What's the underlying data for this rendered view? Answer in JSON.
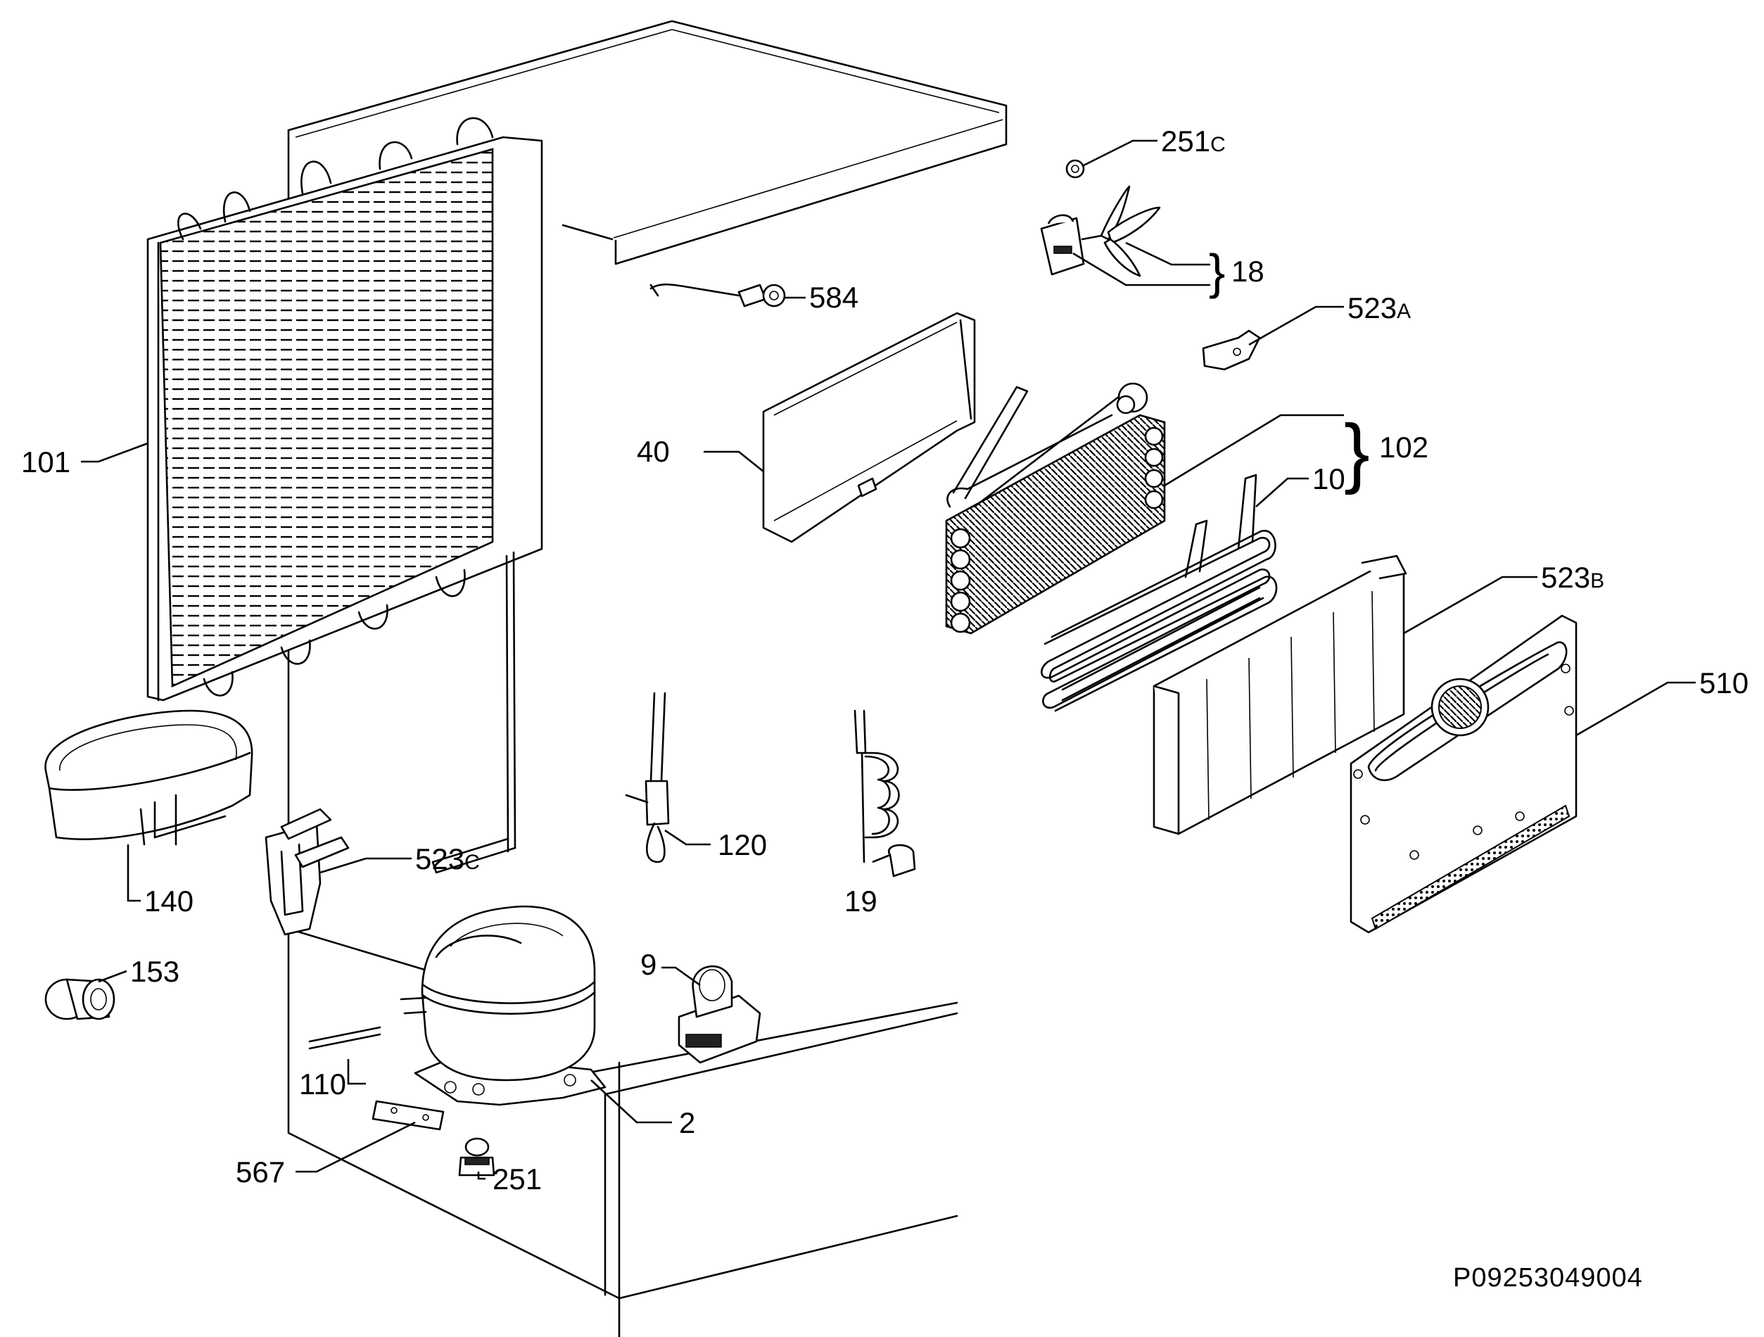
{
  "diagram": {
    "reference_code": "P09253049004",
    "part_labels": {
      "p101": "101",
      "p140": "140",
      "p153": "153",
      "p523c_num": "523",
      "p523c_suffix": "C",
      "p110": "110",
      "p567": "567",
      "p251": "251",
      "p2": "2",
      "p9": "9",
      "p120": "120",
      "p19": "19",
      "p40": "40",
      "p584": "584",
      "p251c_num": "251",
      "p251c_suffix": "C",
      "p18": "18",
      "p523a_num": "523",
      "p523a_suffix": "A",
      "p102": "102",
      "p10": "10",
      "p523b_num": "523",
      "p523b_suffix": "B",
      "p510": "510"
    },
    "icons": {
      "condenser": "condenser-coil-icon",
      "drip_tray": "drip-tray-icon",
      "compressor": "compressor-icon",
      "evaporator": "evaporator-icon",
      "fan": "fan-icon",
      "heater": "heater-icon"
    }
  }
}
